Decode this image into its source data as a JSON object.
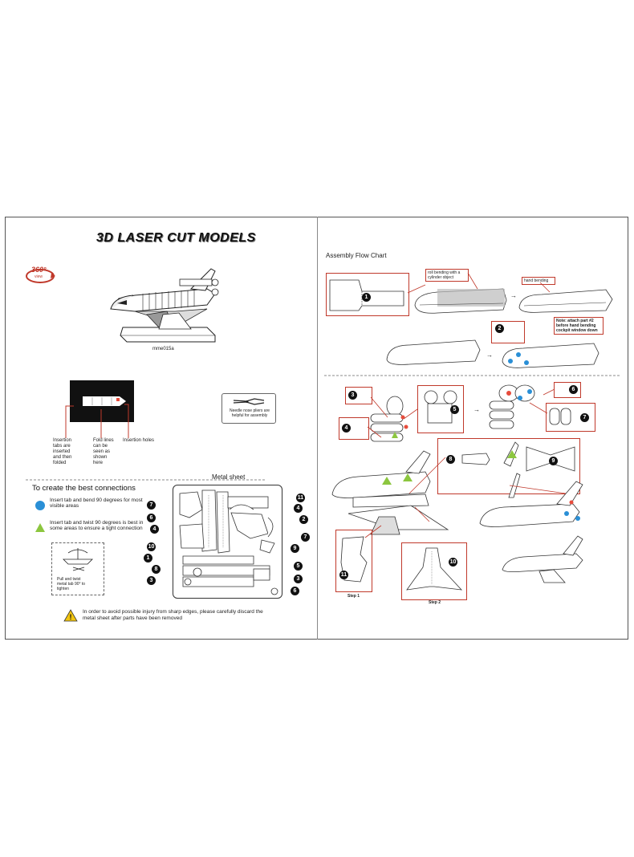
{
  "left_page": {
    "title": "3D LASER CUT MODELS",
    "badge_360": "360°",
    "badge_360_sub": "view",
    "model_code": "mme015a",
    "tab_labels": {
      "insertion_tabs": "Insertion tabs are inserted and then folded",
      "fold_lines": "Fold lines can be seen as shown here",
      "insertion_holes": "Insertion holes"
    },
    "pliers_note": "Needle nose pliers are helpful for assembly",
    "connections_heading": "To create the best connections",
    "connections": [
      {
        "text": "Insert tab and bend 90 degrees for most visible areas",
        "marker": "blue-dot",
        "color": "#2a8fd6"
      },
      {
        "text": "Insert tab and twist 90 degrees is best in some areas to ensure a tight connection",
        "marker": "green-triangle",
        "color": "#8cc63f"
      }
    ],
    "twist_inset_note": "Pull and twist metal tab 90° to tighten",
    "metal_sheet_label": "Metal sheet",
    "sheet_numbers_left": [
      "7",
      "6",
      "4",
      "10",
      "1",
      "8",
      "3"
    ],
    "sheet_numbers_right": [
      "11",
      "4",
      "2",
      "7",
      "9",
      "5",
      "3",
      "6"
    ],
    "warning": "In order to avoid possible injury from sharp edges, please carefully discard the metal sheet after parts have been removed"
  },
  "right_page": {
    "heading": "Assembly Flow Chart",
    "notes": {
      "roll_bending": "roll bending with a cylinder object",
      "hand_bending": "hand bending",
      "attach_note": "Note: attach part #2 before hand bending cockpit window down"
    },
    "part_numbers": {
      "p1": "1",
      "p2": "2",
      "p3": "3",
      "p4": "4",
      "p5": "5",
      "p6": "6",
      "p7": "7",
      "p8": "8",
      "p9": "9",
      "p10": "10",
      "p11": "11"
    },
    "step1": "Step 1",
    "step2": "Step 2"
  }
}
